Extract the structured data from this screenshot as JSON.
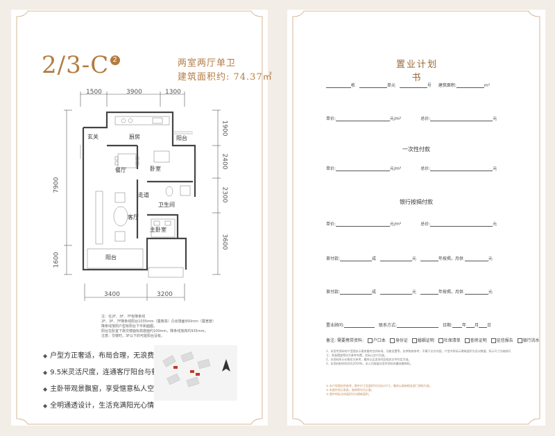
{
  "left": {
    "unit_code": "2/3-C",
    "unit_badge": "2",
    "unit_type": "两室两厅单卫",
    "area": "建筑面积约: 74.37㎡",
    "dims_top": [
      "1500",
      "3900",
      "1300"
    ],
    "dims_bottom": [
      "3400",
      "3200"
    ],
    "dims_right": [
      "1900",
      "2400",
      "2300",
      "3600"
    ],
    "dims_left": [
      "7900",
      "1600"
    ],
    "rooms": {
      "entrance": "玄关",
      "kitchen": "厨房",
      "balcony_small": "阳台",
      "dining": "餐厅",
      "bedroom": "卧室",
      "corridor": "走道",
      "living": "客厅",
      "bathroom": "卫生间",
      "master": "主卧室",
      "balcony": "阳台"
    },
    "notes": [
      "注：在2F、3F、7F有降条线",
      "2F、3F、7F降条线阳台1035mm（露典高）凸出墙面950mm（露宽度）",
      "降条线落阳户型有阳台下平和面图。",
      "阳台在卧室下靠交楼面标高度面约100mm，降条线落高约935mm。",
      "注意：交楼时，3F以下的可能阳台没有。"
    ],
    "features": [
      "户型方正奢适，布局合理，无浪费",
      "9.5米灵活尺度，连通客厅阳台与餐厅",
      "主卧带观景飘窗，享受惬意私人空间",
      "全明通透设计，生活充满阳光心情"
    ]
  },
  "right": {
    "title": "置业计划书",
    "row1": {
      "building": "栋",
      "unit": "单元",
      "room": "号",
      "area_label": "建筑面积:",
      "area_unit": "m²"
    },
    "row2": {
      "price_label": "单价:",
      "price_unit": "元/m²",
      "total_label": "总价:",
      "total_unit": "元"
    },
    "section1": "一次性付款",
    "row3": {
      "price_label": "单价:",
      "price_unit": "元/m²",
      "total_label": "总价:",
      "total_unit": "元"
    },
    "section2": "银行按揭付款",
    "row4": {
      "price_label": "单价:",
      "price_unit": "元/m²",
      "total_label": "总价:",
      "total_unit": "元"
    },
    "row5": {
      "down_label": "首付款:",
      "pct": "成",
      "yuan": "元",
      "loan": "年按揭，月供",
      "yuan2": "元"
    },
    "row6": {
      "down_label": "首付款:",
      "pct": "成",
      "yuan": "元",
      "loan": "年按揭，月供",
      "yuan2": "元"
    },
    "row7": {
      "consultant": "置业顾问:",
      "phone": "联系方式:",
      "date": "日期:",
      "year": "年",
      "month": "月",
      "day": "日"
    },
    "remark_label": "备注:",
    "remark_text": "需要携带资料:",
    "checks": [
      "户口本",
      "身份证",
      "婚姻证明",
      "社保清单",
      "查房证明",
      "征信报告",
      "银行流水"
    ],
    "fine_print": [
      "1、本宣传资料的户型图仅示意房屋的空间布局、功能设置等，仅供购房参考，不属于交付内容。户型中所标示建筑面积为设计数据，所示尺寸为轴线尺寸，家具摆放等仅为参考布置，实际以交付为准。",
      "2、本资料所示价格仅为参考，最终以买卖合同及相关文件约定为准。",
      "3、本资料制作时间为2019年，本公司保留对宣传资料的最终解释权。"
    ],
    "footer": [
      "①  本户型图仅供参考，图中尺寸及面积均为设计尺寸，最终以政府相关部门测绘为准。",
      "②  本图中所示家具、装饰等均为示意。",
      "③  图中所标注的面积均为建筑面积。"
    ]
  }
}
